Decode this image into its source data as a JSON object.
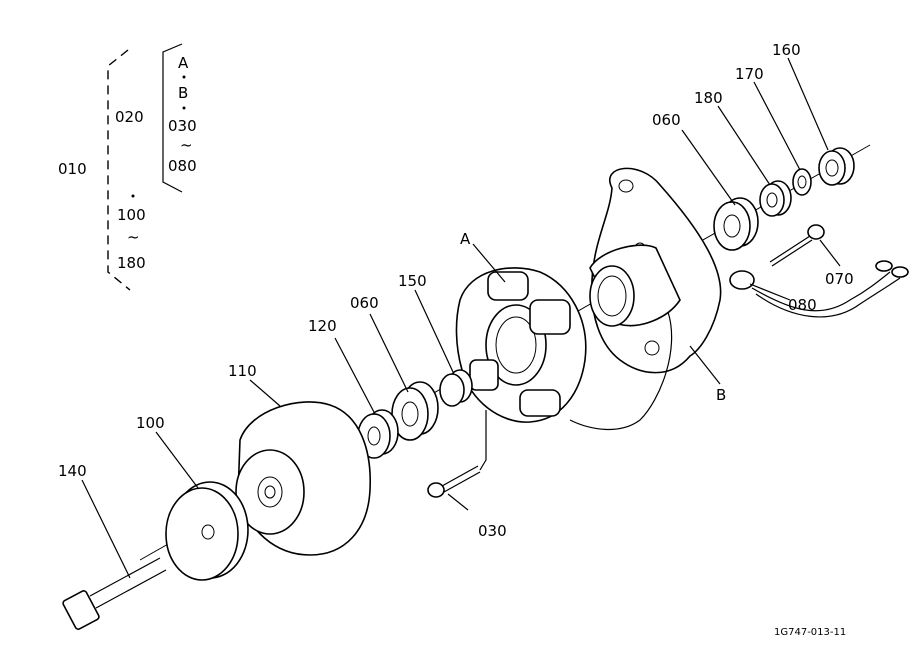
{
  "legend": {
    "group_010": "010",
    "group_020": "020",
    "sub_a": "A",
    "sub_b": "B",
    "sub_030": "030",
    "sub_tilde_1": "~",
    "sub_080": "080",
    "sub_100": "100",
    "sub_tilde_2": "~",
    "sub_180": "180"
  },
  "callouts": {
    "c160": "160",
    "c170": "170",
    "c180_top": "180",
    "c060_top": "060",
    "c070": "070",
    "c080": "080",
    "cA": "A",
    "cB": "B",
    "c150": "150",
    "c060_mid": "060",
    "c120": "120",
    "c110": "110",
    "c100": "100",
    "c140": "140",
    "c030": "030"
  },
  "drawing_code": "1G747-013-11"
}
